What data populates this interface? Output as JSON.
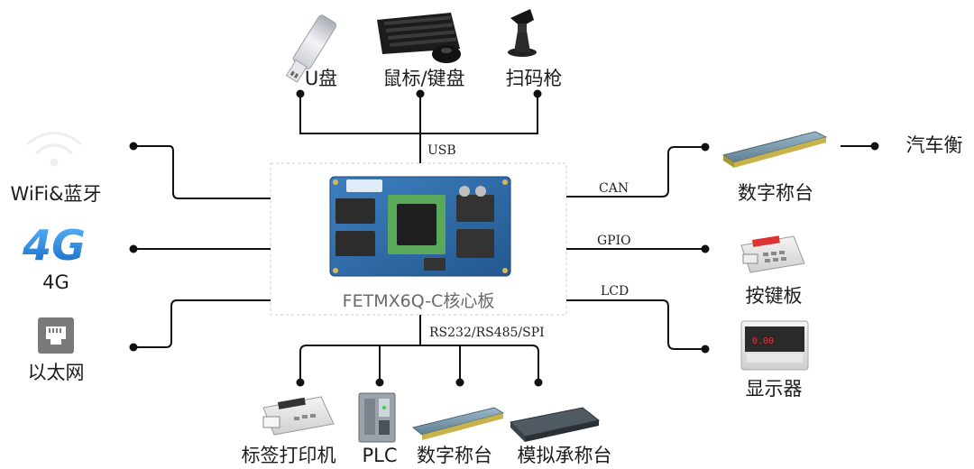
{
  "core": {
    "label": "FETMX6Q-C核心板"
  },
  "buses": {
    "usb": "USB",
    "can": "CAN",
    "gpio": "GPIO",
    "lcd": "LCD",
    "serial": "RS232/RS485/SPI"
  },
  "peripherals": {
    "top": [
      "U盘",
      "鼠标/键盘",
      "扫码枪"
    ],
    "left": [
      "WiFi&蓝牙",
      "4G",
      "以太网"
    ],
    "right": [
      "数字称台",
      "按键板",
      "显示器"
    ],
    "right_extra": "汽车衡",
    "bottom": [
      "标签打印机",
      "PLC",
      "数字称台",
      "模拟承称台"
    ]
  },
  "icons": {
    "four_g_text": "4G",
    "display_reading": "0.00",
    "colors": {
      "four_g_blue": "#1e7fd8",
      "board_blue": "#2f6fb0",
      "chip": "#3a3a3a",
      "line": "#111111",
      "display_red": "#ff2a2a"
    }
  }
}
